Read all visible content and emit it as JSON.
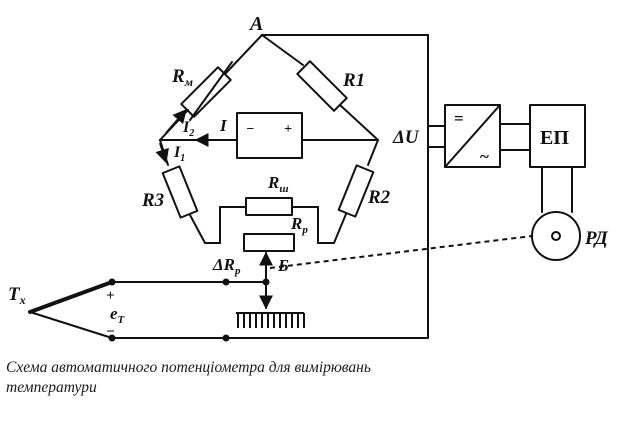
{
  "diagram": {
    "labels": {
      "node_a": "A",
      "node_b": "Б",
      "r_m": "R",
      "r_m_sub": "м",
      "r1": "R1",
      "r2": "R2",
      "r3": "R3",
      "r_sh": "R",
      "r_sh_sub": "ш",
      "r_p": "R",
      "r_p_sub": "p",
      "delta_r": "ΔR",
      "delta_r_sub": "p",
      "i": "I",
      "i1": "I",
      "i1_sub": "1",
      "i2": "I",
      "i2_sub": "2",
      "delta_u": "ΔU",
      "amp_top": "=",
      "amp_bottom": "~",
      "ep": "ЕП",
      "rd": "РД",
      "tx": "T",
      "tx_sub": "x",
      "et": "e",
      "et_sub": "T",
      "plus": "+",
      "minus": "−",
      "supply_minus": "−",
      "supply_plus": "+"
    }
  },
  "caption": {
    "line1": "Схема автоматичного потенціометра для вимірювань",
    "line2": "температури"
  }
}
